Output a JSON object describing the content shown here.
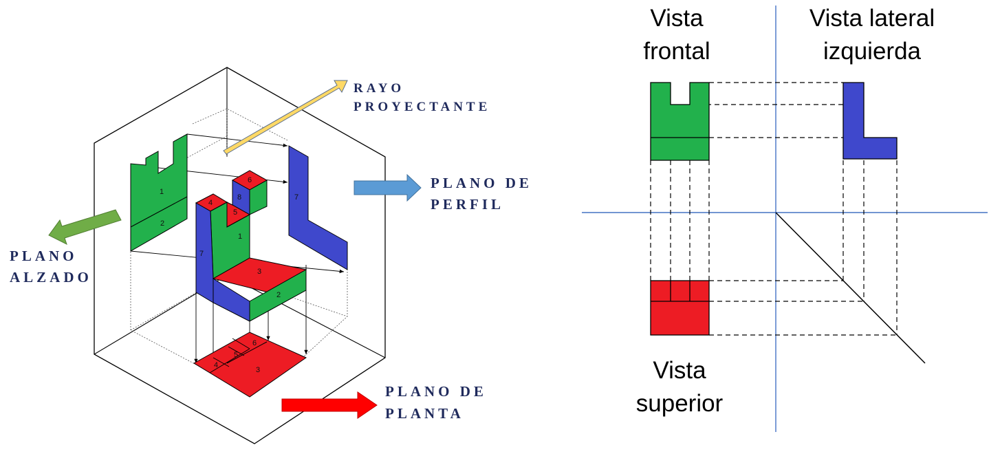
{
  "labels": {
    "rayo_line1": "RAYO",
    "rayo_line2": "PROYECTANTE",
    "perfil_line1": "PLANO DE",
    "perfil_line2": "PERFIL",
    "alzado_line1": "PLANO",
    "alzado_line2": "ALZADO",
    "planta_line1": "PLANO DE",
    "planta_line2": "PLANTA",
    "vista_frontal_line1": "Vista",
    "vista_frontal_line2": "frontal",
    "vista_lateral_line1": "Vista lateral",
    "vista_lateral_line2": "izquierda",
    "vista_superior_line1": "Vista",
    "vista_superior_line2": "superior"
  },
  "face_numbers": {
    "green_front_1": "1",
    "green_front_2": "2",
    "piece_front_1": "1",
    "piece_bottom_2": "2",
    "piece_top_3": "3",
    "piece_top_4": "4",
    "piece_5": "5",
    "piece_top_6": "6",
    "piece_side_7": "7",
    "piece_8": "8",
    "blue_side_7": "7",
    "planta_3": "3",
    "planta_4": "4",
    "planta_5": "5",
    "planta_6": "6"
  },
  "colors": {
    "green": "#22b14c",
    "blue": "#3f48cc",
    "red": "#ed1c24",
    "yellow_arrow": "#ffd966",
    "lightblue_arrow": "#5b9bd5",
    "green_arrow": "#70ad47",
    "red_arrow": "#ff0000",
    "axis_blue": "#4472c4",
    "label_navy": "#1f2a5c"
  }
}
